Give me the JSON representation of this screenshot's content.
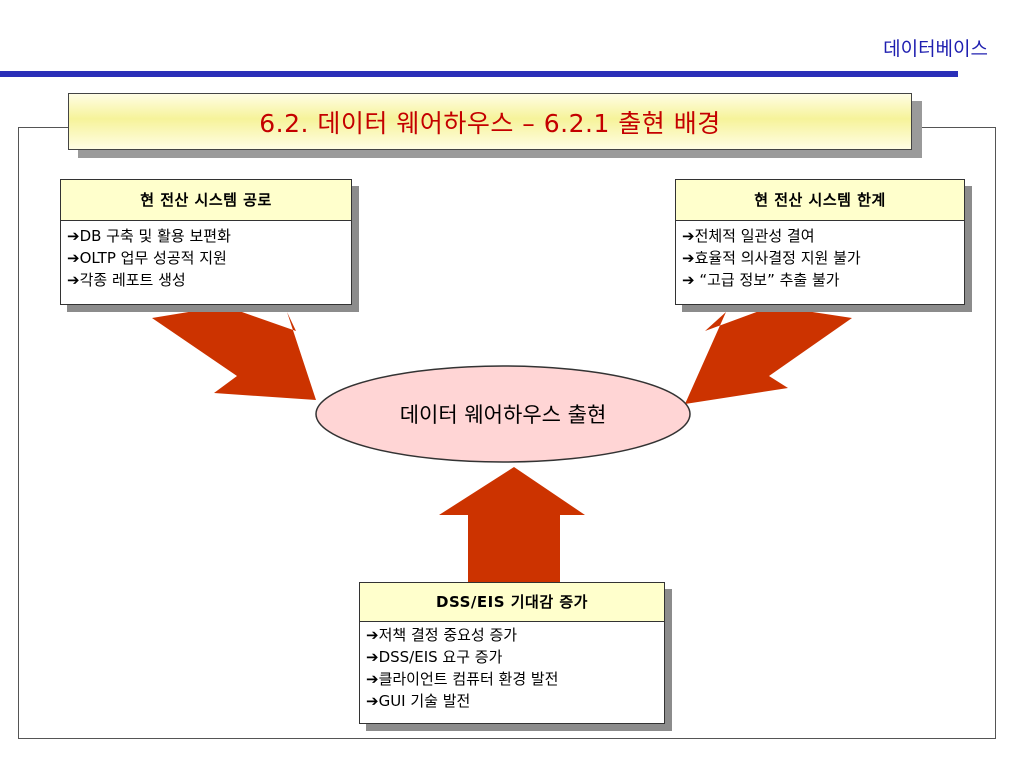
{
  "header": {
    "label": "데이터베이스"
  },
  "banner": {
    "title": "6.2. 데이터 웨어하우스 – 6.2.1 출현 배경"
  },
  "center": {
    "label": "데이터 웨어하우스 출현"
  },
  "arrow_glyph": "➔",
  "boxes": {
    "left": {
      "title": "현 전산 시스템 공로",
      "items": [
        "DB 구축 및 활용 보편화",
        "OLTP 업무 성공적 지원",
        "각종 레포트 생성"
      ]
    },
    "right": {
      "title": "현 전산 시스템 한계",
      "items": [
        "전체적 일관성 결여",
        "효율적 의사결정 지원 불가",
        " “고급 정보” 추출 불가"
      ]
    },
    "bottom": {
      "title": "DSS/EIS 기대감 증가",
      "items": [
        "저책 결정 중요성 증가",
        "DSS/EIS 요구 증가",
        "클라이언트 컴퓨터 환경 발전",
        "GUI 기술 발전"
      ]
    }
  },
  "colors": {
    "arrow": "#cc3300",
    "ellipse_fill": "#ffd5d5",
    "box_head": "#ffffcc",
    "title": "#c40000",
    "header": "#1f1fb0"
  }
}
